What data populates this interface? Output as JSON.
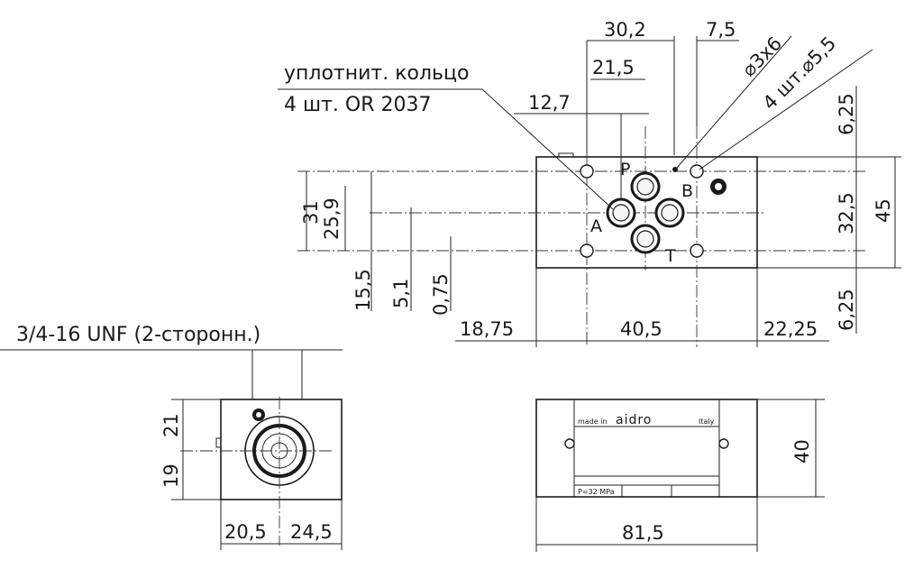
{
  "notes": {
    "seal_line1": "уплотнит. кольцо",
    "seal_line2": "4 шт. OR 2037",
    "thread": "3/4-16 UNF (2-сторонн.)"
  },
  "ports": {
    "p": "P",
    "a": "A",
    "b": "B",
    "t": "T"
  },
  "callouts": {
    "pin": "⌀3x6",
    "bolt_holes": "4 шт.⌀5,5"
  },
  "dims": {
    "top_30_2": "30,2",
    "top_7_5": "7,5",
    "top_21_5": "21,5",
    "top_12_7": "12,7",
    "left_31": "31",
    "left_25_9": "25,9",
    "left_15_5": "15,5",
    "left_5_1": "5,1",
    "left_0_75": "0,75",
    "bottom_18_75": "18,75",
    "bottom_40_5": "40,5",
    "bottom_22_25": "22,25",
    "right_6_25_top": "6,25",
    "right_32_5": "32,5",
    "right_45": "45",
    "right_6_25_bottom": "6,25",
    "side_21": "21",
    "side_19": "19",
    "side_20_5": "20,5",
    "side_24_5": "24,5",
    "front_40": "40",
    "front_81_5": "81,5"
  },
  "plate": {
    "made_in": "made in",
    "brand": "aidro",
    "country": "Italy",
    "pressure": "P=32 MPa"
  }
}
